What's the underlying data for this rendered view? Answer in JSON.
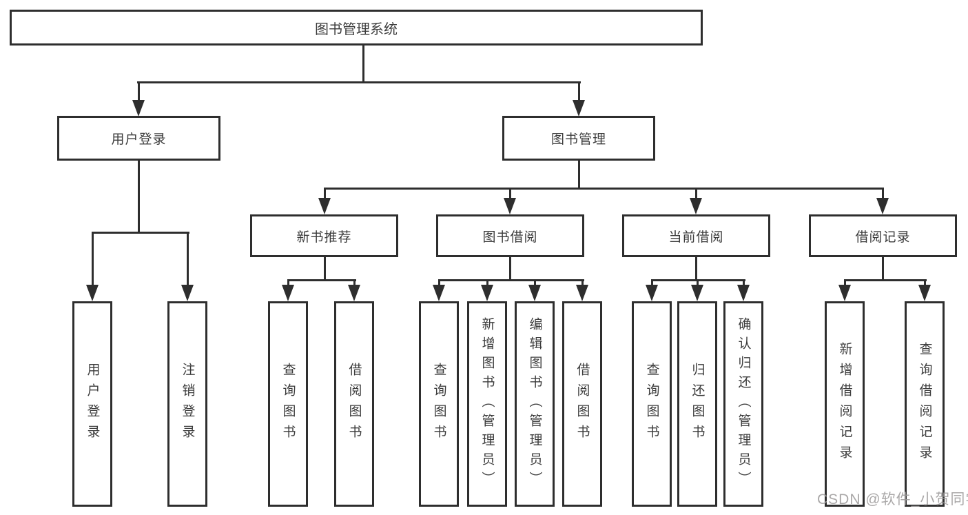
{
  "nodes": {
    "root": "图书管理系统",
    "user_login": "用户登录",
    "book_management": "图书管理",
    "new_book_recommend": "新书推荐",
    "book_borrow": "图书借阅",
    "current_borrow": "当前借阅",
    "borrow_record": "借阅记录",
    "leaf_user_login": "用户登录",
    "leaf_logout": "注销登录",
    "leaf_query_book_recommend": "查询图书",
    "leaf_borrow_book_recommend": "借阅图书",
    "leaf_query_book_borrow": "查询图书",
    "leaf_add_book_admin": "新增图书（管理员）",
    "leaf_edit_book_admin": "编辑图书（管理员）",
    "leaf_borrow_book_borrow": "借阅图书",
    "leaf_query_book_current": "查询图书",
    "leaf_return_book": "归还图书",
    "leaf_confirm_return_admin": "确认归还（管理员）",
    "leaf_add_borrow_record": "新增借阅记录",
    "leaf_query_borrow_record": "查询借阅记录"
  },
  "watermark": "CSDN @软件_小贺同学",
  "colors": {
    "line": "#2e2e2e",
    "text": "#3c3c3c",
    "background": "#ffffff",
    "watermark": "#9e9c9c"
  }
}
